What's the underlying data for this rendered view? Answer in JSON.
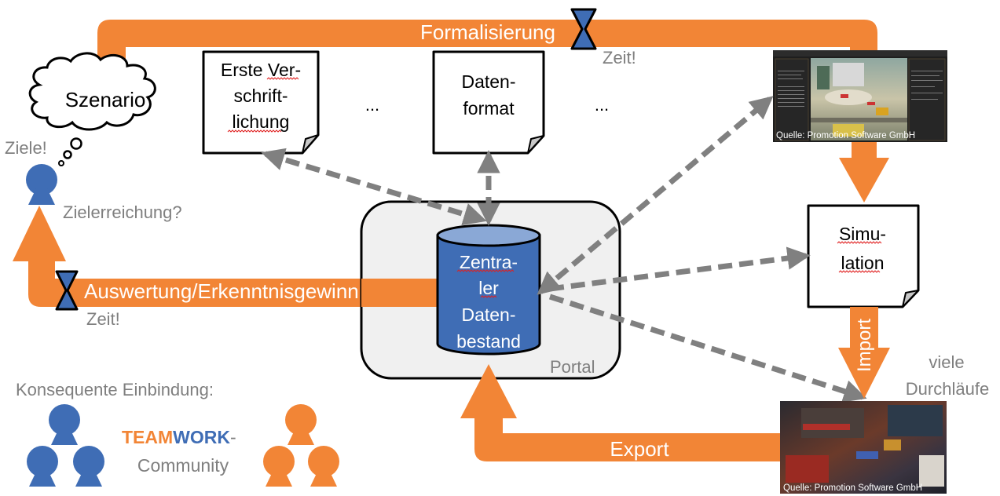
{
  "colors": {
    "orange": "#f28536",
    "blue": "#3f6db5",
    "blue_light": "#8aa8d6",
    "gray_arrow": "#808080",
    "gray_text": "#7f7f7f",
    "portal_fill": "#f0f0f0"
  },
  "flows": {
    "formalisierung": "Formalisierung",
    "auswertung": "Auswertung/Erkenntnisgewinn",
    "export": "Export",
    "import": "Import"
  },
  "scenario": {
    "label": "Szenario"
  },
  "notes": {
    "zeit_top": "Zeit!",
    "zeit_left": "Zeit!",
    "ziele": "Ziele!",
    "zielerreichung": "Zielerreichung?",
    "viele_durchlaeufe": [
      "viele",
      "Durchläufe"
    ],
    "portal": "Portal"
  },
  "documents": [
    {
      "id": "erste-verschriftlichung",
      "lines": [
        "Erste Ver-",
        "schrift-",
        "lichung"
      ]
    },
    {
      "id": "datenformat",
      "lines": [
        "Daten-",
        "format"
      ]
    },
    {
      "id": "simulation",
      "lines": [
        "Simu-",
        "lation"
      ]
    }
  ],
  "ellipses": [
    "...",
    "..."
  ],
  "database": {
    "lines": [
      "Zentra-",
      "ler",
      "Daten-",
      "bestand"
    ]
  },
  "images": [
    {
      "id": "editor-screenshot",
      "caption": "Quelle: Promotion Software GmbH"
    },
    {
      "id": "simulation-screenshot",
      "caption": "Quelle: Promotion Software GmbH"
    }
  ],
  "community": {
    "heading": "Konsequente Einbindung:",
    "team": "TEAM",
    "work": "WORK",
    "dash": "-",
    "community": "Community"
  }
}
